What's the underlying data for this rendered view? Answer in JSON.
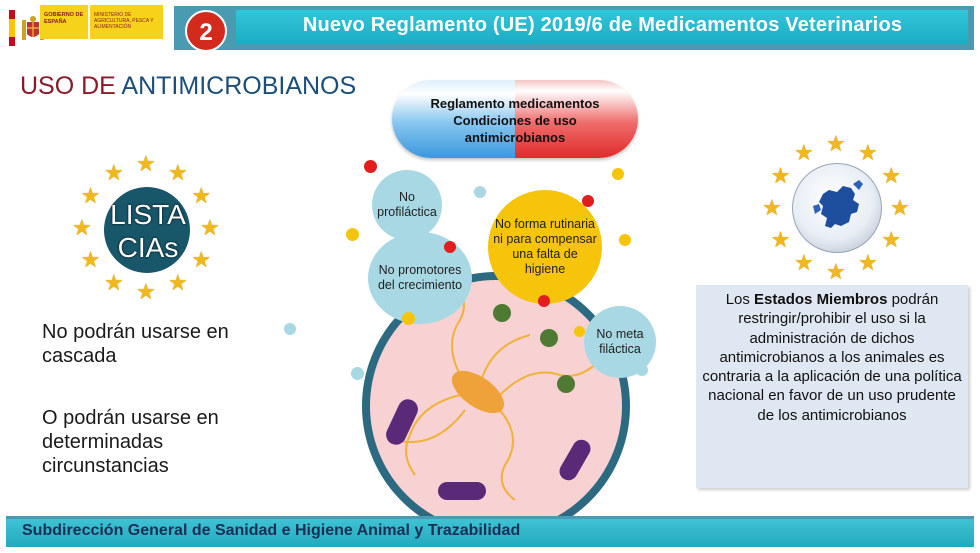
{
  "header": {
    "logo_gov_text": "GOBIERNO DE ESPAÑA",
    "logo_ministry_text": "MINISTERIO DE AGRICULTURA, PESCA Y ALIMENTACIÓN",
    "badge_number": "2",
    "title": "Nuevo Reglamento (UE) 2019/6 de Medicamentos Veterinarios"
  },
  "section": {
    "title_part1": "USO DE ",
    "title_part2": "ANTIMICROBIANOS"
  },
  "pill": {
    "line1": "Reglamento medicamentos",
    "line2": "Condiciones de uso",
    "line3": "antimicrobianos"
  },
  "lista": {
    "line1": "LISTA",
    "line2": "CIAs"
  },
  "left_text": {
    "para1_line1": "No podrán usarse en",
    "para1_line2": "cascada",
    "para2_line1": "O podrán usarse en",
    "para2_line2": "determinadas",
    "para2_line3": "circunstancias"
  },
  "bubbles": {
    "no_profilactica": "No profiláctica",
    "no_promotores": "No promotores del crecimiento",
    "no_forma_rutinaria": "No forma rutinaria ni para compensar una falta de higiene",
    "no_metafilactica": "No metafiláctica"
  },
  "right_box": {
    "pre": "Los ",
    "bold": "Estados Miembros",
    "rest": " podrán restringir/prohibir el uso si la administración de dichos antimicrobianos a los animales es contraria a la aplicación de una política nacional en favor de un uso prudente de los antimicrobianos"
  },
  "footer": {
    "text": "Subdirección General de Sanidad e Higiene Animal y Trazabilidad"
  },
  "colors": {
    "header_teal": "#1aaec4",
    "badge_red": "#d42a1e",
    "title_dark_red": "#8a1a2a",
    "title_blue": "#1b4f7a",
    "star_gold": "#f0b81e",
    "cell_pink": "#f8d2d2",
    "cell_border": "#2b6a80",
    "bubble_blue": "#a8d8e4",
    "bubble_yellow": "#f7c40c"
  }
}
